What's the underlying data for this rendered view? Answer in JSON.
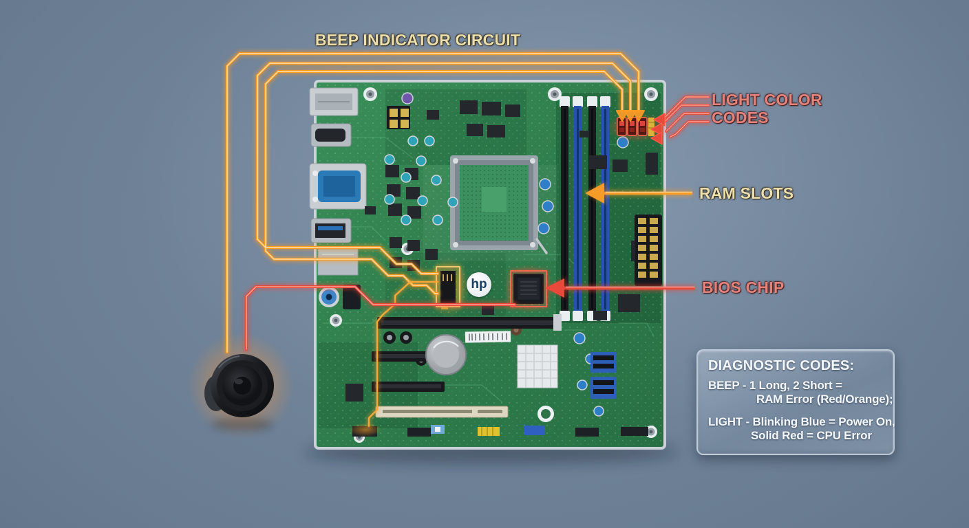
{
  "labels": {
    "beep_circuit": "BEEP INDICATOR CIRCUIT",
    "light_color_codes": "LIGHT COLOR CODES",
    "ram_slots": "RAM SLOTS",
    "bios_chip": "BIOS CHIP"
  },
  "diagnostic_panel": {
    "title": "DIAGNOSTIC CODES:",
    "beep_lines": [
      "BEEP - 1 Long, 2 Short =",
      "RAM Error (Red/Orange);"
    ],
    "light_lines": [
      "LIGHT - Blinking Blue = Power On,",
      "Solid Red = CPU Error"
    ]
  },
  "board": {
    "logo": "hp"
  },
  "colors": {
    "beep_circuit_line": "#f59b28",
    "alert_red_line": "#e8493a",
    "tan_label_text": "#ecdfae",
    "red_label_text": "#e4837b",
    "pcb_green": "#2e7f4e",
    "ram_slot_blue": "#2753ae",
    "background_slate": "#697c92",
    "panel_text": "#f4f8fc"
  }
}
